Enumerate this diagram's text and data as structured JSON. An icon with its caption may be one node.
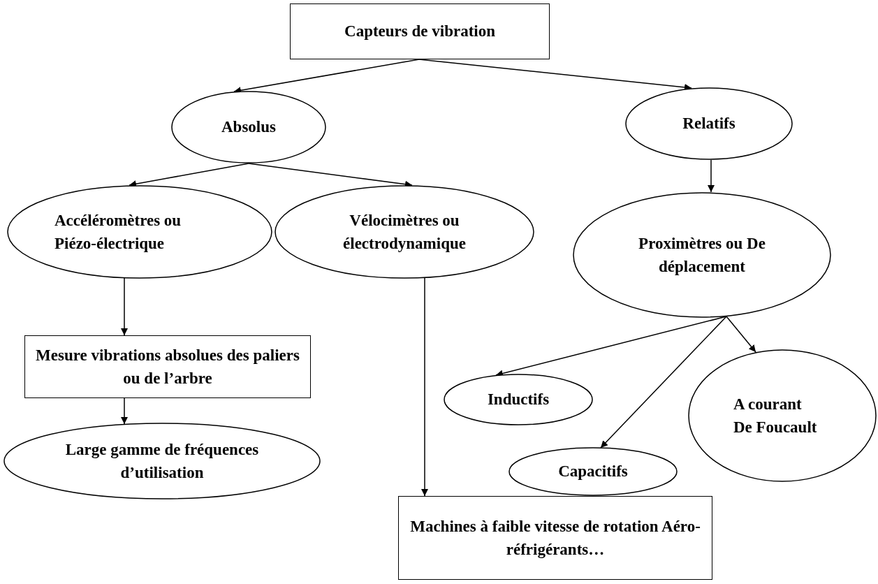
{
  "diagram": {
    "nodes": [
      {
        "text": [
          "Capteurs de vibration"
        ]
      },
      {
        "text": [
          "Absolus"
        ]
      },
      {
        "text": [
          "Relatifs"
        ]
      },
      {
        "text": [
          "Accéléromètres ou Piézo-électrique"
        ]
      },
      {
        "text": [
          "Vélocimètres ou électrodynamique"
        ]
      },
      {
        "text": [
          "Proximètres ou De déplacement"
        ]
      },
      {
        "text": [
          "Mesure vibrations absolues des paliers ou de l’arbre"
        ]
      },
      {
        "text": [
          "Inductifs"
        ]
      },
      {
        "text": [
          "A courant De Foucault"
        ]
      },
      {
        "text": [
          "Capacitifs"
        ]
      },
      {
        "text": [
          "Large gamme de fréquences d’utilisation"
        ]
      },
      {
        "text": [
          "Machines à faible vitesse de rotation Aéro-réfrigérants…"
        ]
      }
    ],
    "edges": [
      {
        "from": 0,
        "to": 1,
        "arrow": "to"
      },
      {
        "from": 0,
        "to": 2,
        "arrow": "to"
      },
      {
        "from": 1,
        "to": 3,
        "arrow": "to"
      },
      {
        "from": 1,
        "to": 4,
        "arrow": "to"
      },
      {
        "from": 2,
        "to": 5,
        "arrow": "to"
      },
      {
        "from": 3,
        "to": 6,
        "arrow": "to"
      },
      {
        "from": 4,
        "to": 11,
        "arrow": "to"
      },
      {
        "from": 6,
        "to": 10,
        "arrow": "to"
      },
      {
        "from": 5,
        "to": 7,
        "arrow": "to"
      },
      {
        "from": 5,
        "to": 9,
        "arrow": "to"
      },
      {
        "from": 5,
        "to": 8,
        "arrow": "to"
      }
    ]
  }
}
